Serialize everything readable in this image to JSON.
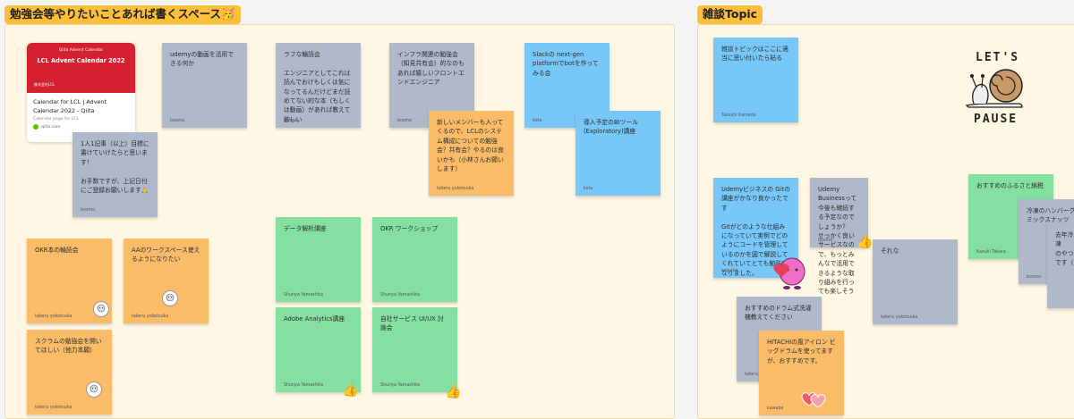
{
  "sections": {
    "study": {
      "title": "勉強会等やりたいことあれば書くスペース🥳"
    },
    "chat": {
      "title": "雑談Topic"
    }
  },
  "link_card": {
    "banner_top": "Qiita Advent Calendar",
    "banner_title": "LCL Advent Calendar 2022",
    "banner_company": "株式会社LCL",
    "title": "Calendar for LCL | Advent Calendar 2022 - Qiita",
    "subtitle": "Calendar page for LCL",
    "domain": "qiita.com"
  },
  "stickies": [
    {
      "id": "udemy",
      "color": "gray",
      "text": "udemyの動画を活用できる何か",
      "author": "bosmo"
    },
    {
      "id": "rough",
      "color": "gray",
      "text": "ラフな輪読会\n\nエンジニアとしてこれは読んでおけもしくは気になってるんだけどまだ読めてない的な本（もしくは動画）があれば教えて欲しい",
      "author": "bosmo"
    },
    {
      "id": "infra",
      "color": "gray",
      "text": "インフラ関連の勉強会（知見共有会）的なのもあれば嬉しいフロントエンドエンジニア",
      "author": "bosmo"
    },
    {
      "id": "slack",
      "color": "blue",
      "text": "Slackの next-gen platformでbotを作ってみる会",
      "author": "kota"
    },
    {
      "id": "newmember",
      "color": "orange",
      "text": "新しいメンバーも入ってくるので、LCLのシステム構成についての勉強会？共有会？やるのは良いかも（小林さんお願いします）",
      "author": "takeru yokotsuka"
    },
    {
      "id": "bitool",
      "color": "blue",
      "text": "導入予定のBIツール(Exploratory)講座",
      "author": "kota"
    },
    {
      "id": "article",
      "color": "gray",
      "text": "1人1記事（以上）目標に書けていけたらと思います！\n\nお手数ですが、上記日付にご登録お願いします🙏",
      "author": "bosmo"
    },
    {
      "id": "okrbook",
      "color": "orange",
      "text": "OKR本の輪読会",
      "author": "takeru yokotsuka"
    },
    {
      "id": "aaws",
      "color": "orange",
      "text": "AAのワークスペース使えるようになりたい",
      "author": "takeru yokotsuka"
    },
    {
      "id": "data",
      "color": "green",
      "text": "データ解析講座",
      "author": "Shunya Yamashita"
    },
    {
      "id": "okrws",
      "color": "green",
      "text": "OKR ワークショップ",
      "author": "Shunya Yamashita"
    },
    {
      "id": "scrum",
      "color": "orange",
      "text": "スクラムの勉強会を開いてほしい（他力本願）",
      "author": "takeru yokotsuka"
    },
    {
      "id": "adobe",
      "color": "green",
      "text": "Adobe Analytics講座",
      "author": "Shunya Yamashita"
    },
    {
      "id": "uiux",
      "color": "green",
      "text": "自社サービス UI/UX 討論会",
      "author": "Shunya Yamashita"
    },
    {
      "id": "chattopic",
      "color": "blue",
      "text": "雑談トピックはここに適当に思い付いたら貼る",
      "author": "Takeshi Kameda"
    },
    {
      "id": "udemybiz",
      "color": "blue",
      "text": "Udemyビジネスの Gitの講座がかなり良かったです\n\nGitがどのような仕組みになっていて実例でどのようにコードを管理しているのかを図で解説してくれていてとても勉強になりました。",
      "author": "kawabe"
    },
    {
      "id": "udemybiz2",
      "color": "gray",
      "text": "Udemy Businessって今後も継続する予定なのでしょうか？\nせっかく良いサービスなので、もっとみんなで活用できるような取り組みを行っても楽しそう",
      "author": "bosmo"
    },
    {
      "id": "sorena",
      "color": "gray",
      "text": "それな",
      "author": "takeru yokotsuka"
    },
    {
      "id": "furusato",
      "color": "green",
      "text": "おすすめのふるさと納税",
      "author": "Kazuki Takara"
    },
    {
      "id": "hamburg",
      "color": "gray",
      "text": "冷凍のハンバーグ\nミックスナッツ",
      "author": "bosmo"
    },
    {
      "id": "last",
      "color": "gray",
      "text": "去年冷凍\nのやつ\nです（",
      "author": ""
    },
    {
      "id": "drum",
      "color": "gray",
      "text": "おすすめのドラム式洗濯機教えてください",
      "author": "takeru y"
    },
    {
      "id": "hitachi",
      "color": "orange",
      "text": "HITACHIの風アイロン ビッグドラムを使ってますが、おすすめです。",
      "author": "kawabe"
    }
  ],
  "sticker_text": {
    "line1": "LET'S",
    "line2": "PAUSE"
  },
  "colors": {
    "gray": "#b0b9cb",
    "blue": "#77c7f9",
    "orange": "#fbbc69",
    "green": "#84e0a0",
    "section": "#fff7e3",
    "title_bg": "#fbbf3c"
  }
}
